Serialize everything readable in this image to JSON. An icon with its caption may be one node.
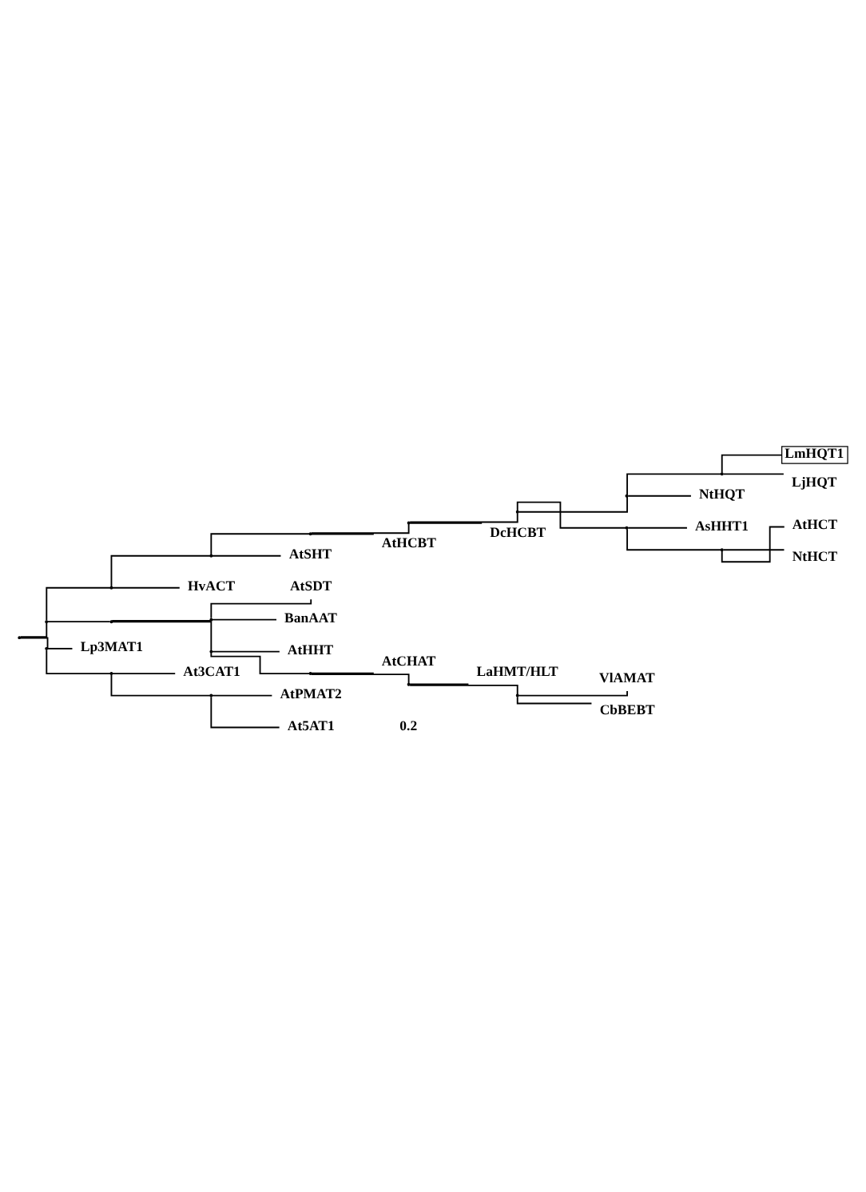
{
  "diagram": {
    "nodes": [
      {
        "text": [
          "LmHQT1"
        ]
      },
      {
        "text": [
          "LjHQT"
        ]
      },
      {
        "text": [
          "NtHQT"
        ]
      },
      {
        "text": [
          "AsHHT1"
        ]
      },
      {
        "text": [
          "AtHCT"
        ]
      },
      {
        "text": [
          "NtHCT"
        ]
      },
      {
        "text": [
          "DcHCBT"
        ]
      },
      {
        "text": [
          "AtHCBT"
        ]
      },
      {
        "text": [
          "AtSHT"
        ]
      },
      {
        "text": [
          "HvACT"
        ]
      },
      {
        "text": [
          "AtSDT"
        ]
      },
      {
        "text": [
          "BanAAT"
        ]
      },
      {
        "text": [
          "AtHHT"
        ]
      },
      {
        "text": [
          "AtCHAT"
        ]
      },
      {
        "text": [
          "LaHMT/HLT"
        ]
      },
      {
        "text": [
          "VlAMAT"
        ]
      },
      {
        "text": [
          "CbBEBT"
        ]
      },
      {
        "text": [
          "Lp3MAT1"
        ]
      },
      {
        "text": [
          "At3CAT1"
        ]
      },
      {
        "text": [
          "AtPMAT2"
        ]
      },
      {
        "text": [
          "At5AT1"
        ]
      },
      {
        "text": [],
        "shape": "point"
      },
      {
        "text": [],
        "shape": "point"
      },
      {
        "text": [],
        "shape": "point"
      },
      {
        "text": [],
        "shape": "point"
      },
      {
        "text": [],
        "shape": "point"
      },
      {
        "text": [],
        "shape": "point"
      },
      {
        "text": [],
        "shape": "point"
      },
      {
        "text": [],
        "shape": "point"
      },
      {
        "text": [],
        "shape": "point"
      },
      {
        "text": [],
        "shape": "point"
      },
      {
        "text": [],
        "shape": "point"
      },
      {
        "text": [],
        "shape": "point"
      },
      {
        "text": [],
        "shape": "point"
      },
      {
        "text": [],
        "shape": "point"
      },
      {
        "text": [],
        "shape": "point"
      },
      {
        "text": [],
        "shape": "point"
      },
      {
        "text": [],
        "shape": "point"
      },
      {
        "text": [],
        "shape": "point"
      },
      {
        "text": [],
        "shape": "point"
      },
      {
        "text": [],
        "shape": "point"
      }
    ],
    "edges": [
      {
        "from": 21,
        "to": 22,
        "arrow": "none"
      },
      {
        "from": 21,
        "to": 38,
        "arrow": "none"
      },
      {
        "from": 22,
        "to": 23,
        "arrow": "none"
      },
      {
        "from": 22,
        "to": 32,
        "arrow": "none"
      },
      {
        "from": 23,
        "to": 24,
        "arrow": "none"
      },
      {
        "from": 23,
        "to": 9,
        "arrow": "none"
      },
      {
        "from": 24,
        "to": 25,
        "arrow": "none"
      },
      {
        "from": 24,
        "to": 8,
        "arrow": "none"
      },
      {
        "from": 25,
        "to": 26,
        "arrow": "none"
      },
      {
        "from": 25,
        "to": 7,
        "arrow": "none"
      },
      {
        "from": 26,
        "to": 27,
        "arrow": "none"
      },
      {
        "from": 26,
        "to": 6,
        "arrow": "none"
      },
      {
        "from": 27,
        "to": 28,
        "arrow": "none"
      },
      {
        "from": 27,
        "to": 30,
        "arrow": "none"
      },
      {
        "from": 28,
        "to": 29,
        "arrow": "none"
      },
      {
        "from": 28,
        "to": 2,
        "arrow": "none"
      },
      {
        "from": 29,
        "to": 0,
        "arrow": "none"
      },
      {
        "from": 29,
        "to": 1,
        "arrow": "none"
      },
      {
        "from": 30,
        "to": 3,
        "arrow": "none"
      },
      {
        "from": 30,
        "to": 31,
        "arrow": "none"
      },
      {
        "from": 31,
        "to": 4,
        "arrow": "none"
      },
      {
        "from": 31,
        "to": 5,
        "arrow": "none"
      },
      {
        "from": 32,
        "to": 33,
        "arrow": "none"
      },
      {
        "from": 32,
        "to": 34,
        "arrow": "none"
      },
      {
        "from": 33,
        "to": 10,
        "arrow": "none"
      },
      {
        "from": 33,
        "to": 11,
        "arrow": "none"
      },
      {
        "from": 34,
        "to": 12,
        "arrow": "none"
      },
      {
        "from": 34,
        "to": 35,
        "arrow": "none"
      },
      {
        "from": 35,
        "to": 13,
        "arrow": "none"
      },
      {
        "from": 35,
        "to": 36,
        "arrow": "none"
      },
      {
        "from": 36,
        "to": 14,
        "arrow": "none"
      },
      {
        "from": 36,
        "to": 37,
        "arrow": "none"
      },
      {
        "from": 37,
        "to": 15,
        "arrow": "none"
      },
      {
        "from": 37,
        "to": 16,
        "arrow": "none"
      },
      {
        "from": 38,
        "to": 17,
        "arrow": "none"
      },
      {
        "from": 38,
        "to": 39,
        "arrow": "none"
      },
      {
        "from": 39,
        "to": 18,
        "arrow": "none"
      },
      {
        "from": 39,
        "to": 40,
        "arrow": "none"
      },
      {
        "from": 40,
        "to": 19,
        "arrow": "none"
      },
      {
        "from": 40,
        "to": 20,
        "arrow": "none"
      }
    ],
    "labels": [
      "0.2"
    ]
  }
}
